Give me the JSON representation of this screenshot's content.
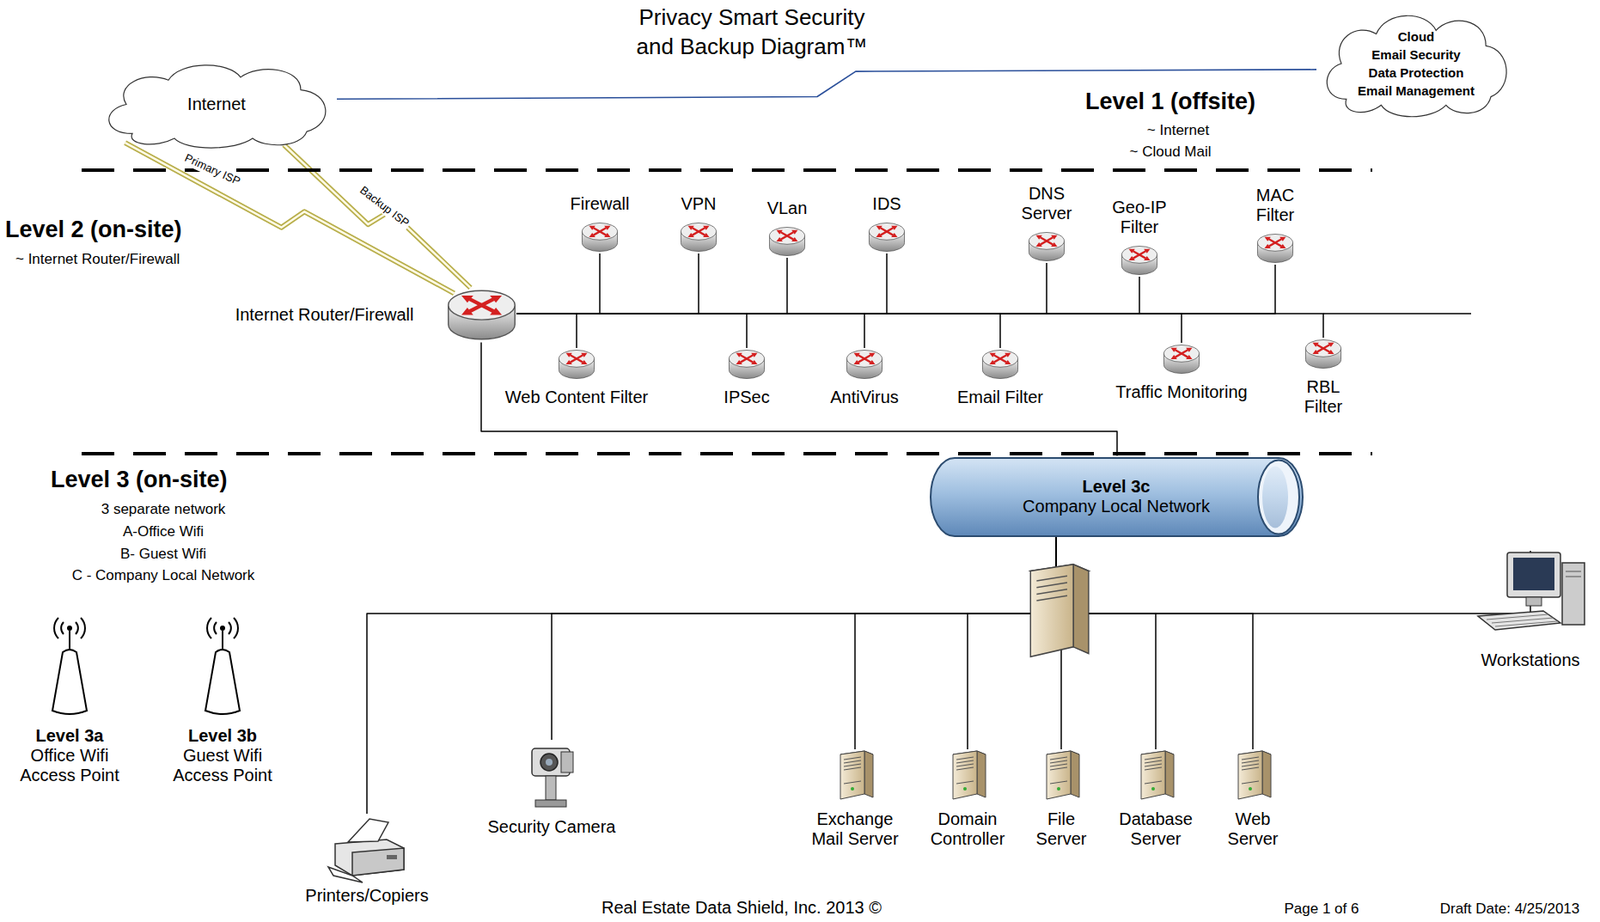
{
  "diagram": {
    "title": "Privacy Smart Security and Backup Diagram™",
    "nodes": [
      {
        "text": [
          "Internet"
        ]
      },
      {
        "text": [
          "Cloud",
          "Email Security",
          "Data Protection",
          "Email Management"
        ]
      },
      {
        "text": [
          "Internet Router/Firewall"
        ]
      },
      {
        "text": [
          "Firewall"
        ]
      },
      {
        "text": [
          "VPN"
        ]
      },
      {
        "text": [
          "VLan"
        ]
      },
      {
        "text": [
          "IDS"
        ]
      },
      {
        "text": [
          "DNS Server"
        ]
      },
      {
        "text": [
          "Geo-IP Filter"
        ]
      },
      {
        "text": [
          "MAC Filter"
        ]
      },
      {
        "text": [
          "Web Content Filter"
        ]
      },
      {
        "text": [
          "IPSec"
        ]
      },
      {
        "text": [
          "AntiVirus"
        ]
      },
      {
        "text": [
          "Email Filter"
        ]
      },
      {
        "text": [
          "Traffic Monitoring"
        ]
      },
      {
        "text": [
          "RBL Filter"
        ]
      },
      {
        "text": [
          "Level 3c",
          "Company Local Network"
        ]
      },
      {
        "text": [
          "Level 3a",
          "Office Wifi Access Point"
        ]
      },
      {
        "text": [
          "Level 3b",
          "Guest Wifi Access Point"
        ]
      },
      {
        "text": [
          "Security Camera"
        ]
      },
      {
        "text": [
          "Printers/Copiers"
        ]
      },
      {
        "text": [
          "Exchange Mail Server"
        ]
      },
      {
        "text": [
          "Domain Controller"
        ]
      },
      {
        "text": [
          "File Server"
        ]
      },
      {
        "text": [
          "Database Server"
        ]
      },
      {
        "text": [
          "Web Server"
        ]
      },
      {
        "text": [
          "Workstations"
        ]
      }
    ],
    "edges": [
      {
        "from": 0,
        "to": 1,
        "arrow": "none"
      },
      {
        "from": 0,
        "to": 2,
        "arrow": "none",
        "label": "Primary ISP"
      },
      {
        "from": 0,
        "to": 2,
        "arrow": "none",
        "label": "Backup ISP"
      },
      {
        "from": 2,
        "to": 3,
        "arrow": "none"
      },
      {
        "from": 2,
        "to": 4,
        "arrow": "none"
      },
      {
        "from": 2,
        "to": 5,
        "arrow": "none"
      },
      {
        "from": 2,
        "to": 6,
        "arrow": "none"
      },
      {
        "from": 2,
        "to": 7,
        "arrow": "none"
      },
      {
        "from": 2,
        "to": 8,
        "arrow": "none"
      },
      {
        "from": 2,
        "to": 9,
        "arrow": "none"
      },
      {
        "from": 2,
        "to": 10,
        "arrow": "none"
      },
      {
        "from": 2,
        "to": 11,
        "arrow": "none"
      },
      {
        "from": 2,
        "to": 12,
        "arrow": "none"
      },
      {
        "from": 2,
        "to": 13,
        "arrow": "none"
      },
      {
        "from": 2,
        "to": 14,
        "arrow": "none"
      },
      {
        "from": 2,
        "to": 15,
        "arrow": "none"
      },
      {
        "from": 2,
        "to": 16,
        "arrow": "none"
      },
      {
        "from": 16,
        "to": 20,
        "arrow": "none"
      },
      {
        "from": 16,
        "to": 19,
        "arrow": "none"
      },
      {
        "from": 16,
        "to": 21,
        "arrow": "none"
      },
      {
        "from": 16,
        "to": 22,
        "arrow": "none"
      },
      {
        "from": 16,
        "to": 23,
        "arrow": "none"
      },
      {
        "from": 16,
        "to": 24,
        "arrow": "none"
      },
      {
        "from": 16,
        "to": 25,
        "arrow": "none"
      },
      {
        "from": 16,
        "to": 26,
        "arrow": "none"
      }
    ],
    "labels": [
      "Level 1 (offsite)",
      "~ Internet",
      "~ Cloud Mail",
      "Level 2 (on-site)",
      "~ Internet Router/Firewall",
      "Level 3 (on-site)",
      "3 separate network",
      "A-Office Wifi",
      "B- Guest Wifi",
      "C - Company Local Network",
      "Real Estate Data Shield, Inc. 2013 ©",
      "Page 1 of 6",
      "Draft Date: 4/25/2013"
    ]
  }
}
